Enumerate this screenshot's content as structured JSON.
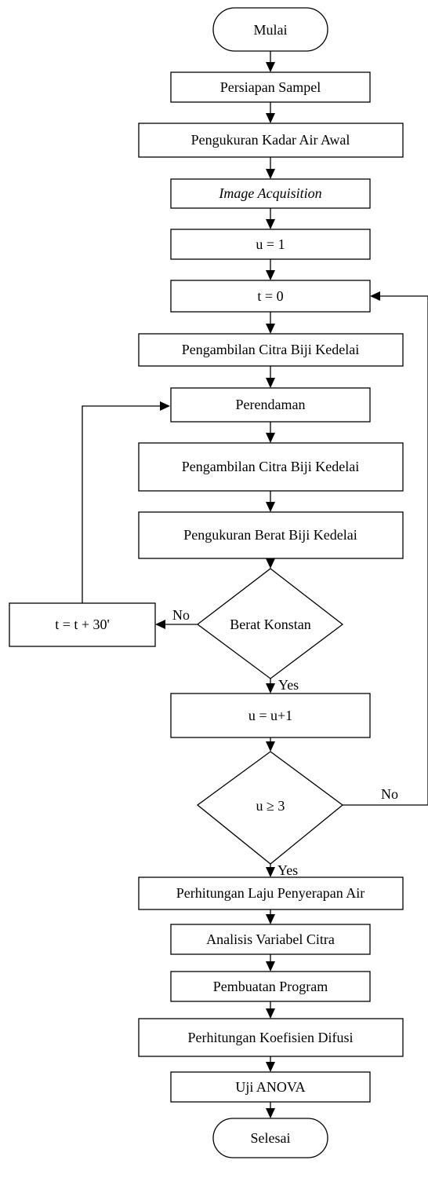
{
  "flowchart": {
    "start": "Mulai",
    "steps": {
      "persiapan": "Persiapan Sampel",
      "kadar_air": "Pengukuran Kadar Air Awal",
      "image_acq": "Image Acquisition",
      "u_init": "u = 1",
      "t_init": "t = 0",
      "citra_1": "Pengambilan Citra Biji Kedelai",
      "perendaman": "Perendaman",
      "citra_2": "Pengambilan Citra Biji Kedelai",
      "berat": "Pengukuran Berat Biji Kedelai",
      "t_inc": "t = t + 30'",
      "u_inc": "u = u+1",
      "laju": "Perhitungan Laju Penyerapan Air",
      "analisis": "Analisis Variabel Citra",
      "program": "Pembuatan Program",
      "koefisien": "Perhitungan Koefisien Difusi",
      "anova": "Uji ANOVA"
    },
    "decisions": {
      "berat_konstan": "Berat Konstan",
      "u_check": "u ≥ 3"
    },
    "edge_labels": {
      "no_1": "No",
      "yes_1": "Yes",
      "no_2": "No",
      "yes_2": "Yes"
    },
    "end": "Selesai"
  }
}
